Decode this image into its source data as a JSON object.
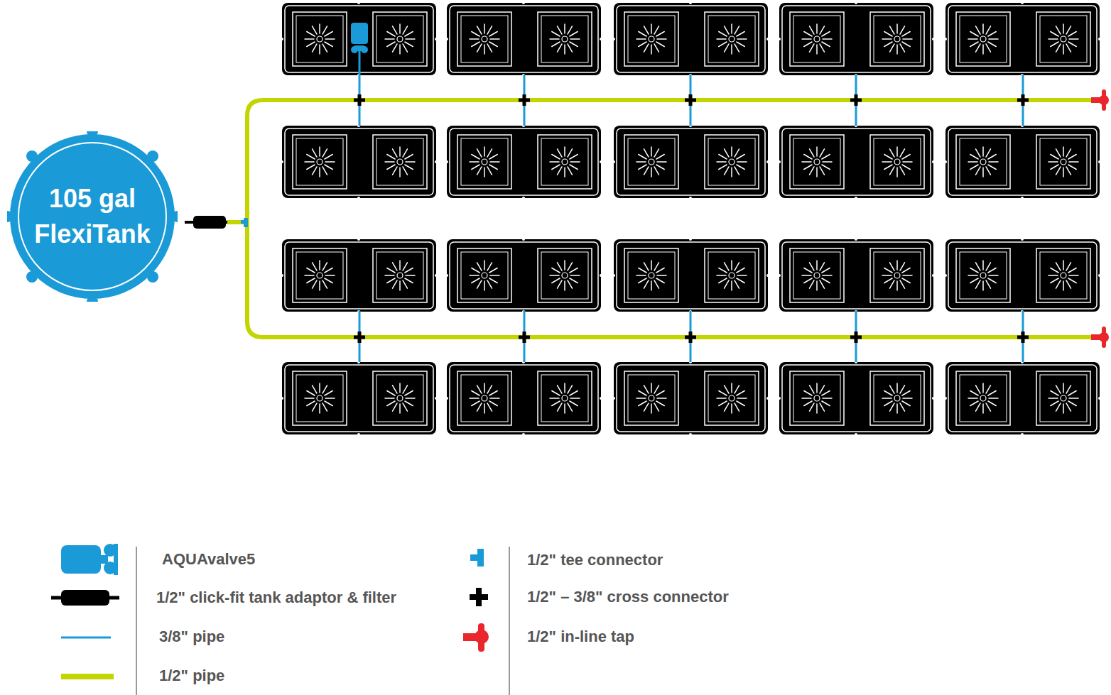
{
  "diagram": {
    "nodes": [
      {
        "text": [
          "105 gal FlexiTank"
        ]
      }
    ],
    "legend": [
      {
        "text": "AQUAvalve5"
      },
      {
        "text": "1/2\" click-fit tank adaptor & filter"
      },
      {
        "text": "3/8\" pipe"
      },
      {
        "text": "1/2\" pipe"
      },
      {
        "text": "1/2\" tee connector"
      },
      {
        "text": "1/2\" – 3/8\" cross connector"
      },
      {
        "text": "1/2\" in-line tap"
      }
    ]
  }
}
